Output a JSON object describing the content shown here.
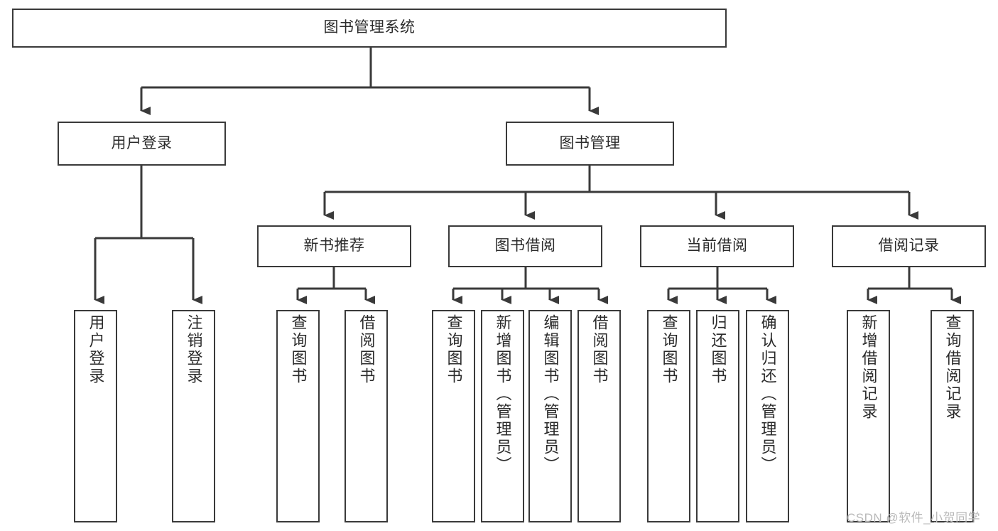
{
  "diagram": {
    "title": "图书管理系统",
    "type": "tree-hierarchy-chart",
    "watermark": "CSDN @软件_小贺同学",
    "colors": {
      "box_border": "#3a3a3a",
      "box_fill": "#ffffff",
      "connector": "#3a3a3a",
      "text": "#2b2b2b",
      "watermark": "#b9b9b9",
      "background": "#ffffff"
    },
    "root": {
      "label": "图书管理系统"
    },
    "level2": [
      {
        "label": "用户登录"
      },
      {
        "label": "图书管理"
      }
    ],
    "level3": [
      {
        "label": "新书推荐"
      },
      {
        "label": "图书借阅"
      },
      {
        "label": "当前借阅"
      },
      {
        "label": "借阅记录"
      }
    ],
    "leaves": {
      "user_login": [
        {
          "label": "用户登录"
        },
        {
          "label": "注销登录"
        }
      ],
      "new_book_recommend": [
        {
          "label": "查询图书"
        },
        {
          "label": "借阅图书"
        }
      ],
      "book_borrow": [
        {
          "label": "查询图书"
        },
        {
          "label": "新增图书（管理员）"
        },
        {
          "label": "编辑图书（管理员）"
        },
        {
          "label": "借阅图书"
        }
      ],
      "current_borrow": [
        {
          "label": "查询图书"
        },
        {
          "label": "归还图书"
        },
        {
          "label": "确认归还（管理员）"
        }
      ],
      "borrow_record": [
        {
          "label": "新增借阅记录"
        },
        {
          "label": "查询借阅记录"
        }
      ]
    }
  }
}
